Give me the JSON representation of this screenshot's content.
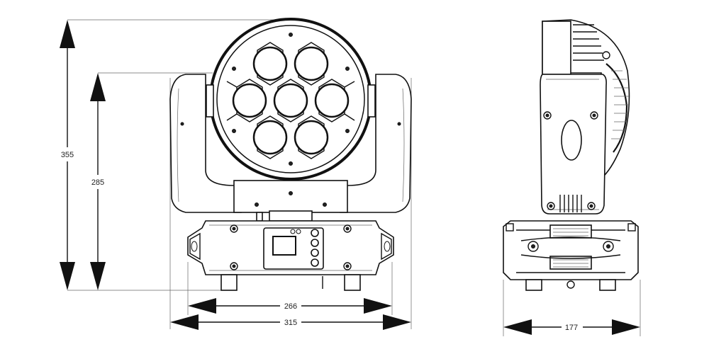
{
  "dimensions": {
    "overall_height": "355",
    "yoke_height": "285",
    "base_width": "266",
    "overall_width": "315",
    "side_depth": "177"
  },
  "front_view": {
    "lens_count": 7
  },
  "control_panel": {
    "button_count": 4
  }
}
